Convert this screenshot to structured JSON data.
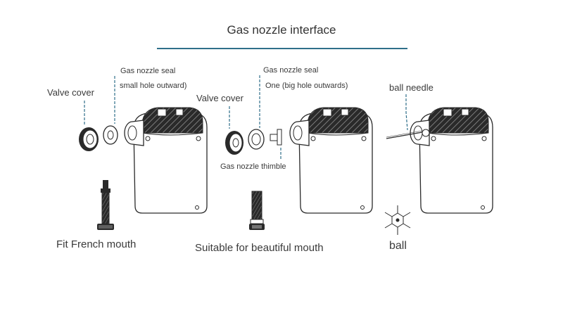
{
  "title": "Gas nozzle interface",
  "labels": {
    "valve_cover_1": "Valve cover",
    "seal_1_line1": "Gas nozzle seal",
    "seal_1_line2": "small hole outward)",
    "valve_cover_2": "Valve cover",
    "seal_2_line1": "Gas nozzle seal",
    "seal_2_line2": "One (big hole outwards)",
    "thimble": "Gas nozzle thimble",
    "ball_needle": "ball needle"
  },
  "captions": {
    "french": "Fit French mouth",
    "beautiful": "Suitable for beautiful mouth",
    "ball": "ball"
  },
  "colors": {
    "leader": "#2f6f8a",
    "outline": "#2a2a2a"
  }
}
